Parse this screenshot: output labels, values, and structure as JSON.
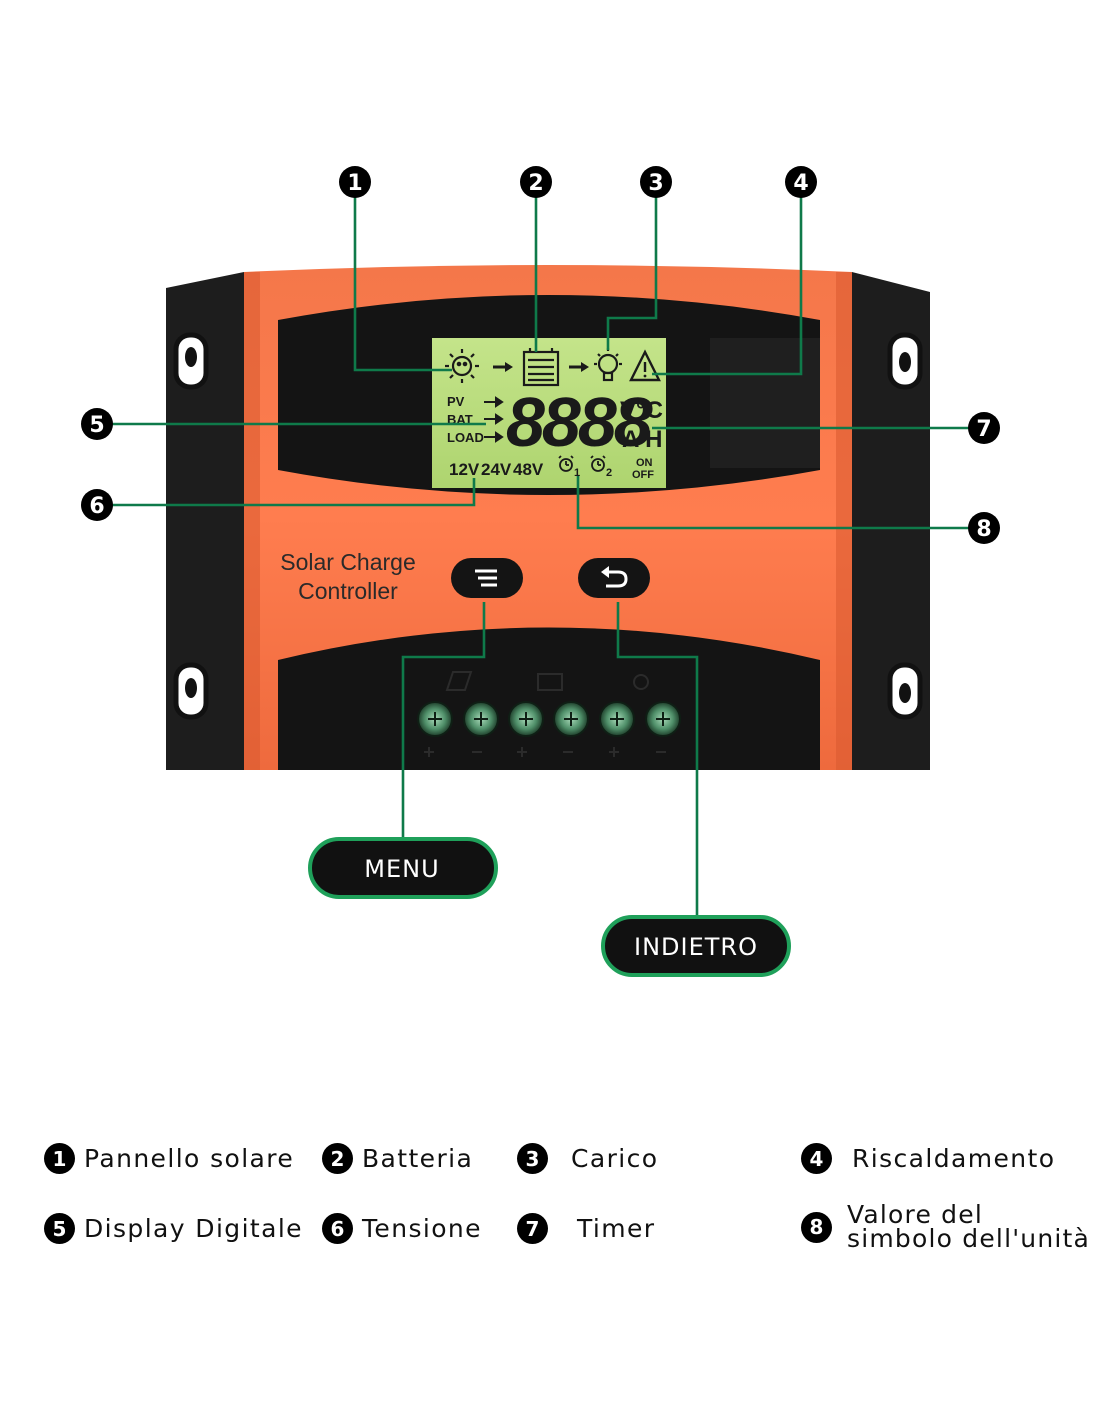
{
  "callouts": [
    "1",
    "2",
    "3",
    "4",
    "5",
    "6",
    "7",
    "8"
  ],
  "lcd": {
    "pv": "PV",
    "bat": "BAT",
    "load": "LOAD",
    "digits": "8888",
    "unit_top": "V°C",
    "unit_bottom": "A H",
    "volt_12": "12V",
    "volt_24": "24V",
    "volt_48": "48V",
    "timer1_sub": "1",
    "timer2_sub": "2",
    "on": "ON",
    "off": "OFF"
  },
  "product": {
    "label_line1": "Solar Charge",
    "label_line2": "Controller"
  },
  "buttons": {
    "menu_label": "MENU",
    "back_label": "INDIETRO"
  },
  "legend": [
    {
      "number": "1",
      "label": "Pannello solare"
    },
    {
      "number": "2",
      "label": "Batteria"
    },
    {
      "number": "3",
      "label": "Carico"
    },
    {
      "number": "4",
      "label": "Riscaldamento"
    },
    {
      "number": "5",
      "label": "Display Digitale"
    },
    {
      "number": "6",
      "label": "Tensione"
    },
    {
      "number": "7",
      "label": "Timer"
    },
    {
      "number": "8",
      "label_line1": "Valore del",
      "label_line2": "simbolo dell'unità"
    }
  ],
  "colors": {
    "body_orange": "#f06b3f",
    "case_black": "#1b1b1b",
    "lcd_green": "#b9dc7c",
    "callout_line": "#0f7a4a",
    "pill_border": "#1fa05a"
  }
}
